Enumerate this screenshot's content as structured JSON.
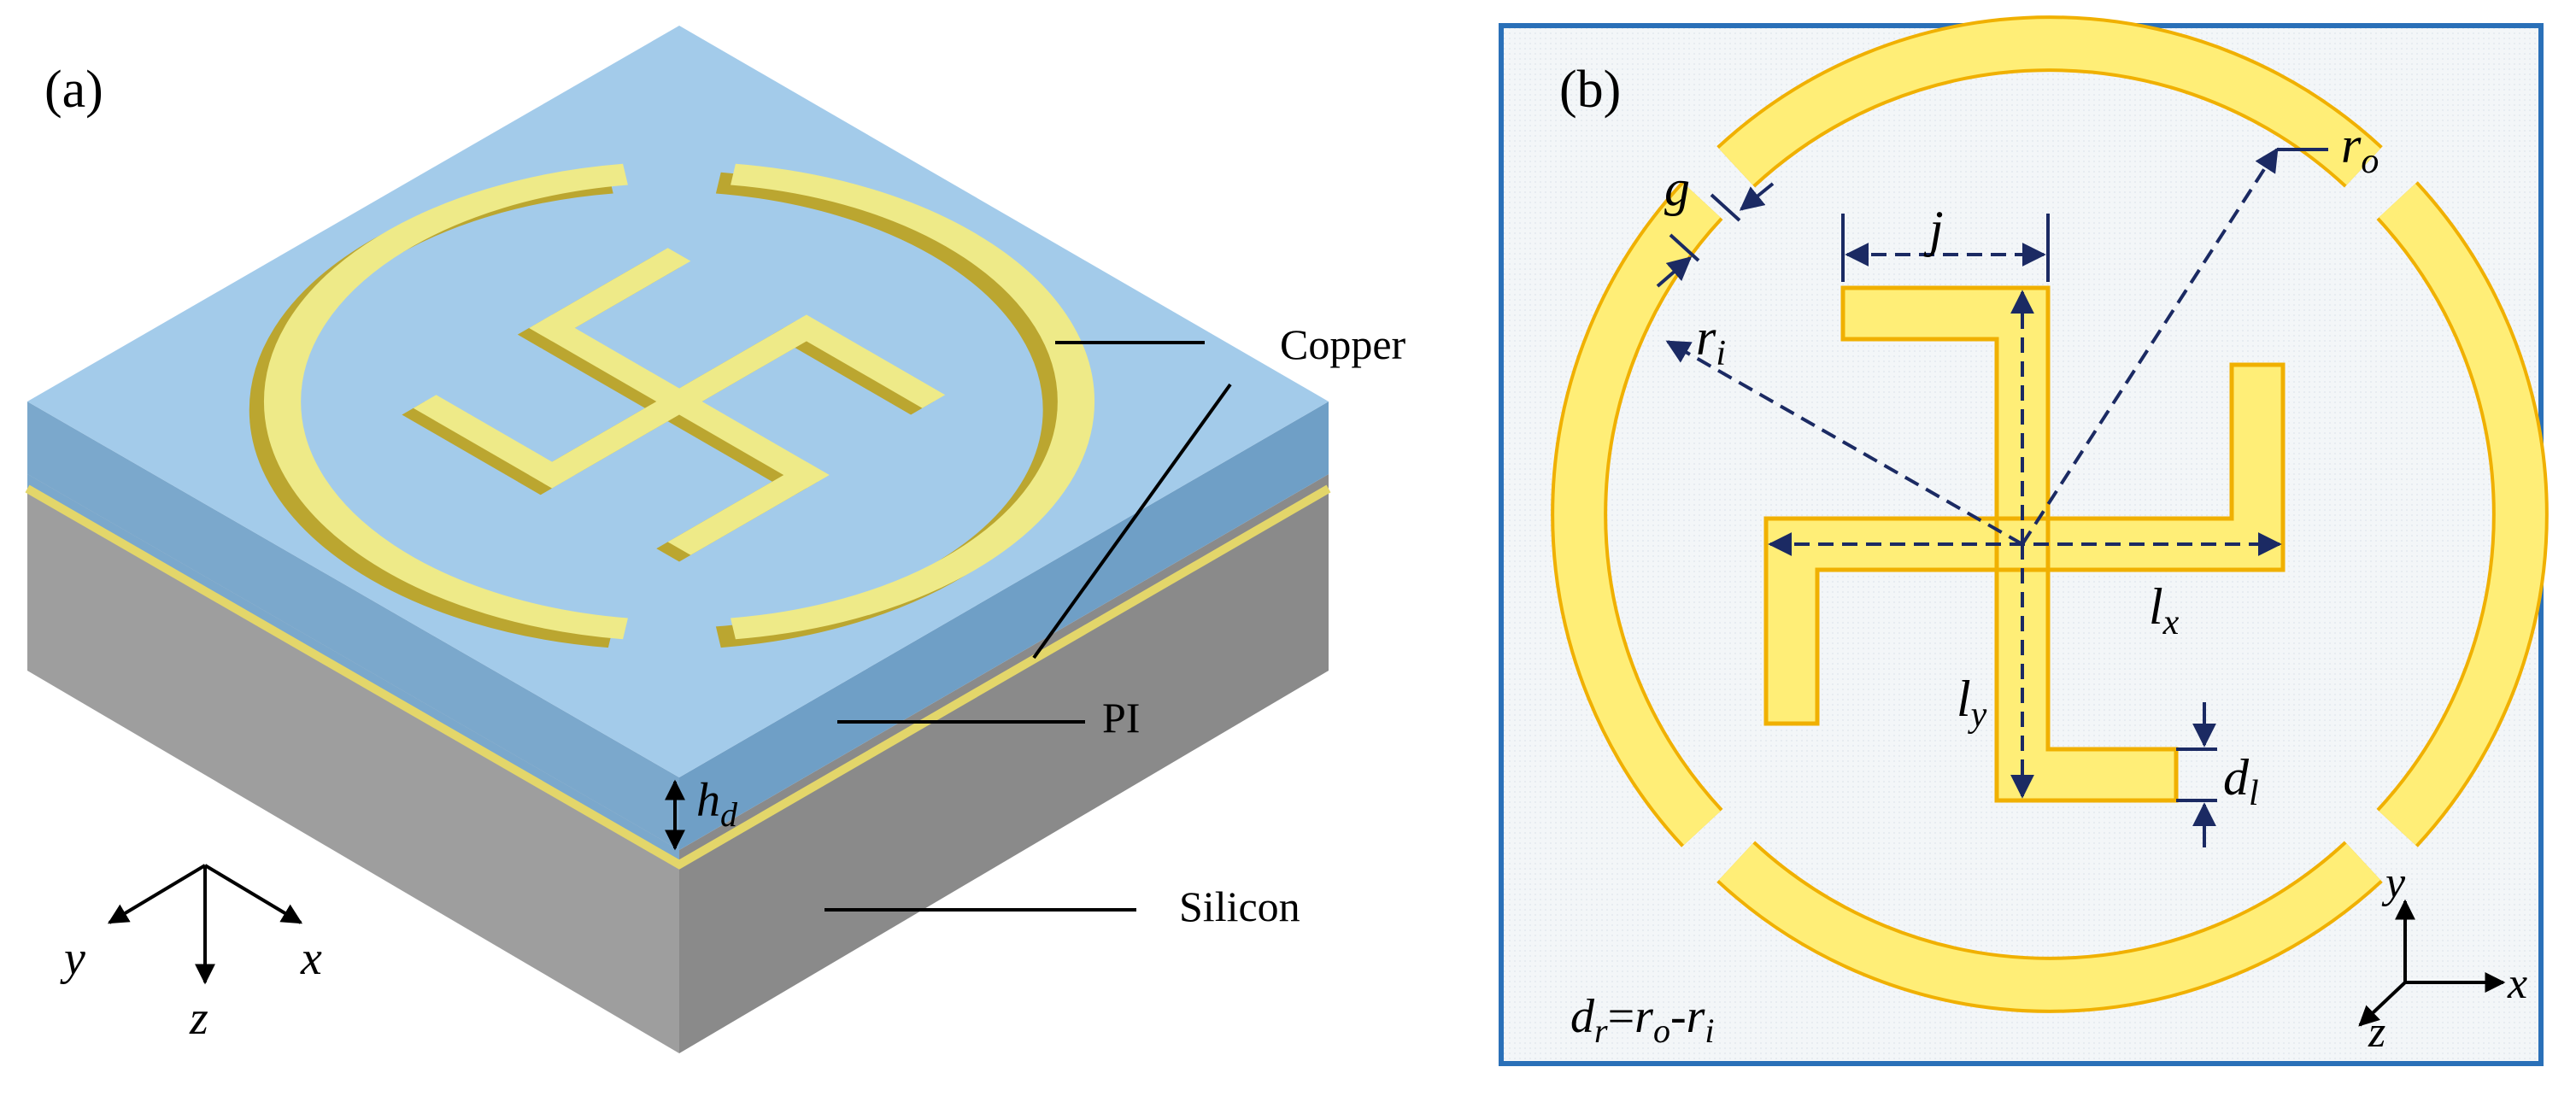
{
  "panel_a": {
    "label": "(a)",
    "layers": {
      "copper": "Copper",
      "pi": "PI",
      "silicon": "Silicon"
    },
    "dim_h": "h",
    "dim_h_sub": "d",
    "axes": {
      "x": "x",
      "y": "y",
      "z": "z"
    }
  },
  "panel_b": {
    "label": "(b)",
    "dims": {
      "g": "g",
      "j": "j",
      "ro": "r",
      "ro_sub": "o",
      "ri": "r",
      "ri_sub": "i",
      "lx": "l",
      "lx_sub": "x",
      "ly": "l",
      "ly_sub": "y",
      "dl": "d",
      "dl_sub": "l"
    },
    "formula": {
      "dr": "d",
      "dr_sub": "r",
      "eq": "=",
      "r1": "r",
      "r1_sub": "o",
      "minus": "-",
      "r2": "r",
      "r2_sub": "i"
    },
    "axes": {
      "x": "x",
      "y": "y",
      "z": "z"
    }
  },
  "colors": {
    "pi_top": "#a3cbea",
    "pi_front": "#7ba8cc",
    "pi_side": "#6f9fc6",
    "silicon_front": "#9e9e9e",
    "silicon_side": "#8a8a8a",
    "copper_fill": "#ffee77",
    "copper_stroke": "#f0b000",
    "panel_b_border": "#2a70b8",
    "dim_line": "#1b2a63"
  }
}
